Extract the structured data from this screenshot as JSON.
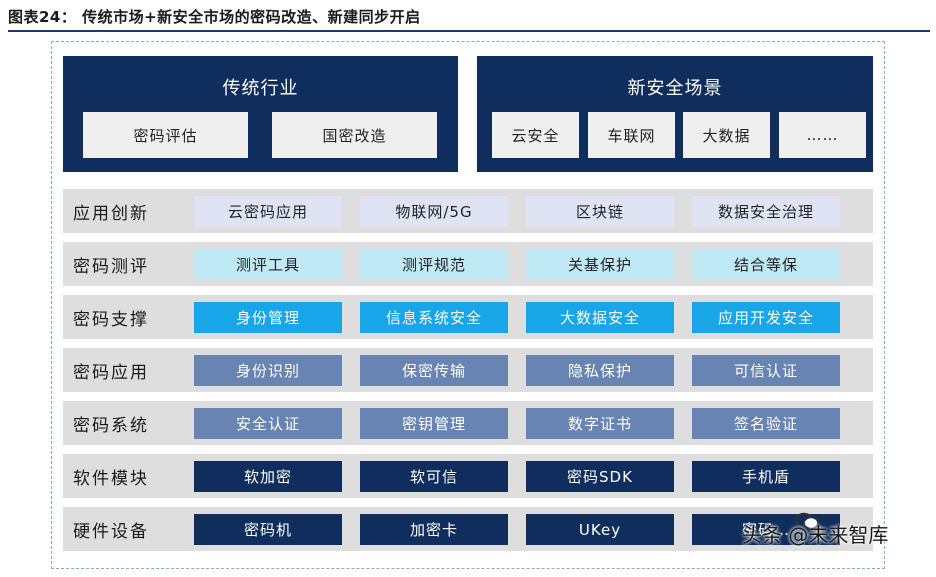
{
  "figure_title": "图表24： 传统市场+新安全市场的密码改造、新建同步开启",
  "top": {
    "left_panel": {
      "title": "传统行业",
      "boxes": [
        "密码评估",
        "国密改造"
      ]
    },
    "right_panel": {
      "title": "新安全场景",
      "boxes": [
        "云安全",
        "车联网",
        "大数据",
        "……"
      ]
    }
  },
  "rows": [
    {
      "label": "应用创新",
      "style": "lavender",
      "cells": [
        "云密码应用",
        "物联网/5G",
        "区块链",
        "数据安全治理"
      ]
    },
    {
      "label": "密码测评",
      "style": "light-cyan",
      "cells": [
        "测评工具",
        "测评规范",
        "关基保护",
        "结合等保"
      ]
    },
    {
      "label": "密码支撑",
      "style": "bright-blue",
      "cells": [
        "身份管理",
        "信息系统安全",
        "大数据安全",
        "应用开发安全"
      ]
    },
    {
      "label": "密码应用",
      "style": "steel-blue",
      "cells": [
        "身份识别",
        "保密传输",
        "隐私保护",
        "可信认证"
      ]
    },
    {
      "label": "密码系统",
      "style": "steel-blue",
      "cells": [
        "安全认证",
        "密钥管理",
        "数字证书",
        "签名验证"
      ]
    },
    {
      "label": "软件模块",
      "style": "navy",
      "cells": [
        "软加密",
        "软可信",
        "密码SDK",
        "手机盾"
      ]
    },
    {
      "label": "硬件设备",
      "style": "navy",
      "cells": [
        "密码机",
        "加密卡",
        "UKey",
        "密码…"
      ]
    }
  ],
  "watermark": "头条 @未来智库",
  "colors": {
    "navy": "#0f2e5d",
    "lavender": "#dfe4f4",
    "light_cyan": "#bfe9f5",
    "bright_blue": "#18a6e8",
    "steel_blue": "#6884b3",
    "row_bg": "#dedede"
  }
}
